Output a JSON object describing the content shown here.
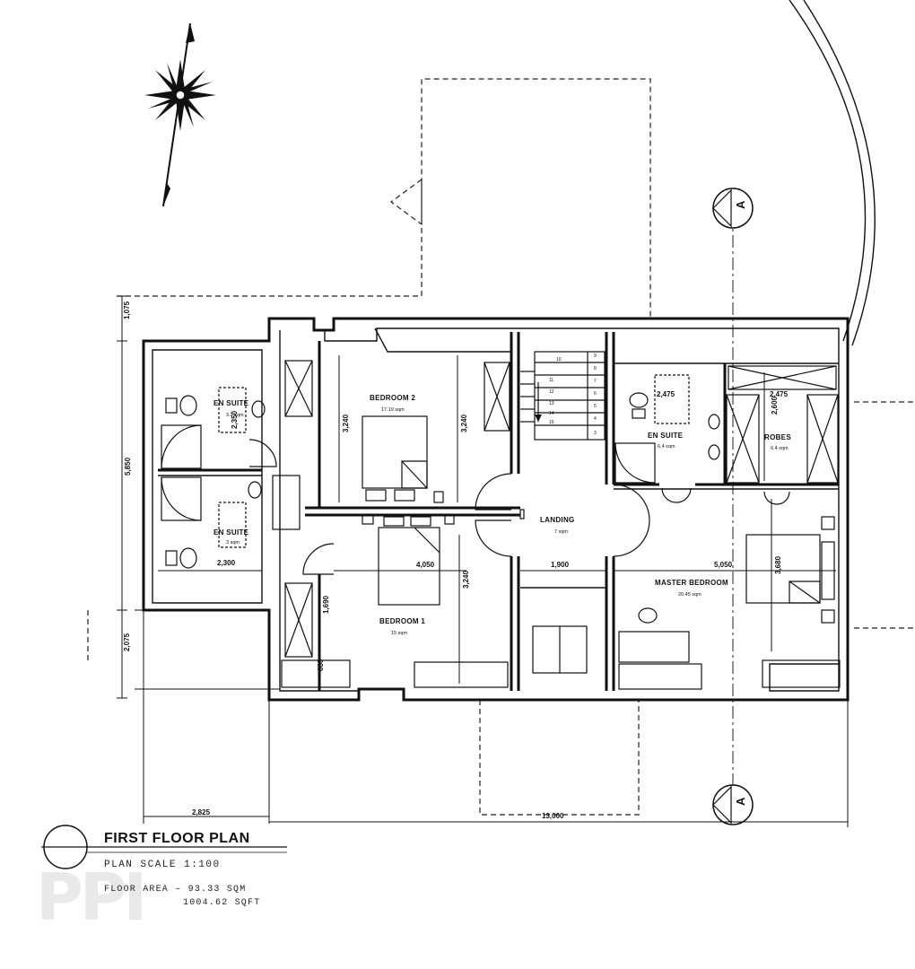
{
  "plan": {
    "title": "FIRST FLOOR PLAN",
    "scale": "PLAN SCALE 1:100",
    "floor_area_label": "FLOOR AREA",
    "floor_area_sqm": "93.33 SQM",
    "floor_area_sqft": "1004.62 SQFT",
    "section_marker": "A",
    "watermark": "PPI"
  },
  "rooms": {
    "bedroom2": {
      "name": "BEDROOM 2",
      "area": "17.19 sqm"
    },
    "bedroom1": {
      "name": "BEDROOM 1",
      "area": "15 sqm"
    },
    "landing": {
      "name": "LANDING",
      "area": "7 sqm"
    },
    "ensuite_top_left": {
      "name": "EN SUITE",
      "area": "3.2 sqm"
    },
    "ensuite_bottom_left": {
      "name": "EN SUITE",
      "area": "3 sqm"
    },
    "ensuite_right": {
      "name": "EN SUITE",
      "area": "6.4 sqm"
    },
    "robes": {
      "name": "ROBES",
      "area": "6.4 sqm"
    },
    "master_bedroom": {
      "name": "MASTER BEDROOM",
      "area": "20.45 sqm"
    }
  },
  "dimensions": {
    "d_1075": "1,075",
    "d_5850": "5,850",
    "d_2075": "2,075",
    "d_3240_a": "3,240",
    "d_3240_b": "3,240",
    "d_3240_c": "3,240",
    "d_2350": "2,350",
    "d_2300": "2,300",
    "d_4050": "4,050",
    "d_1900": "1,900",
    "d_2475_a": "2,475",
    "d_2475_b": "2,475",
    "d_2600": "2,600",
    "d_5050": "5,050",
    "d_3680": "3,680",
    "d_1690": "1,690",
    "d_660": "660",
    "d_2825": "2,825",
    "d_13000": "13,000"
  },
  "stairs": {
    "left_col": [
      "10",
      "11",
      "12",
      "13",
      "14",
      "15"
    ],
    "right_col": [
      "9",
      "8",
      "7",
      "6",
      "5",
      "4",
      "3"
    ]
  }
}
